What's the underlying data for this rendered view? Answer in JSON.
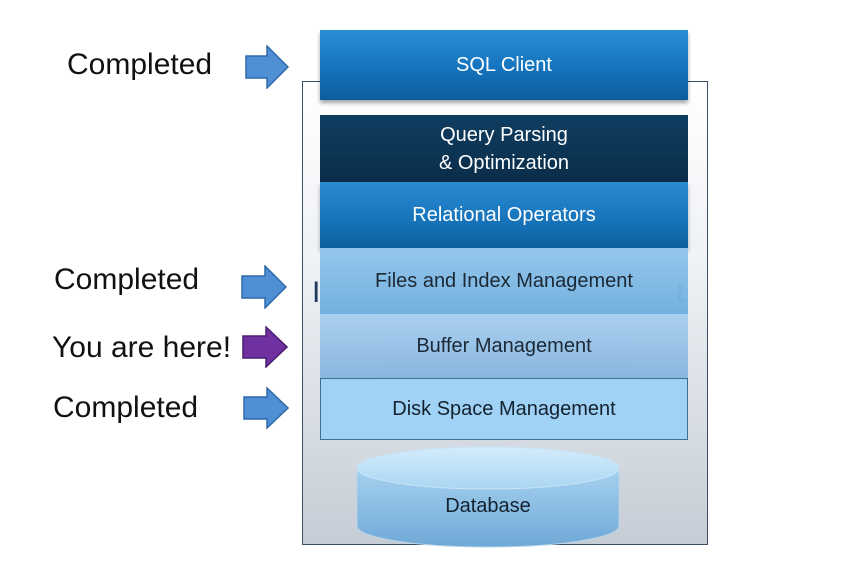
{
  "diagram": {
    "layers": [
      {
        "label": "SQL Client"
      },
      {
        "label": "Query Parsing\n& Optimization"
      },
      {
        "label": "Relational Operators"
      },
      {
        "label": "Files and Index Management"
      },
      {
        "label": "Buffer Management"
      },
      {
        "label": "Disk Space Management"
      }
    ],
    "database_label": "Database",
    "status_labels": [
      {
        "text": "Completed",
        "arrow_color": "#4f8fd4"
      },
      {
        "text": "Completed",
        "arrow_color": "#4f8fd4"
      },
      {
        "text": "You are here!",
        "arrow_color": "#7030a0"
      },
      {
        "text": "Completed",
        "arrow_color": "#4f8fd4"
      }
    ]
  }
}
